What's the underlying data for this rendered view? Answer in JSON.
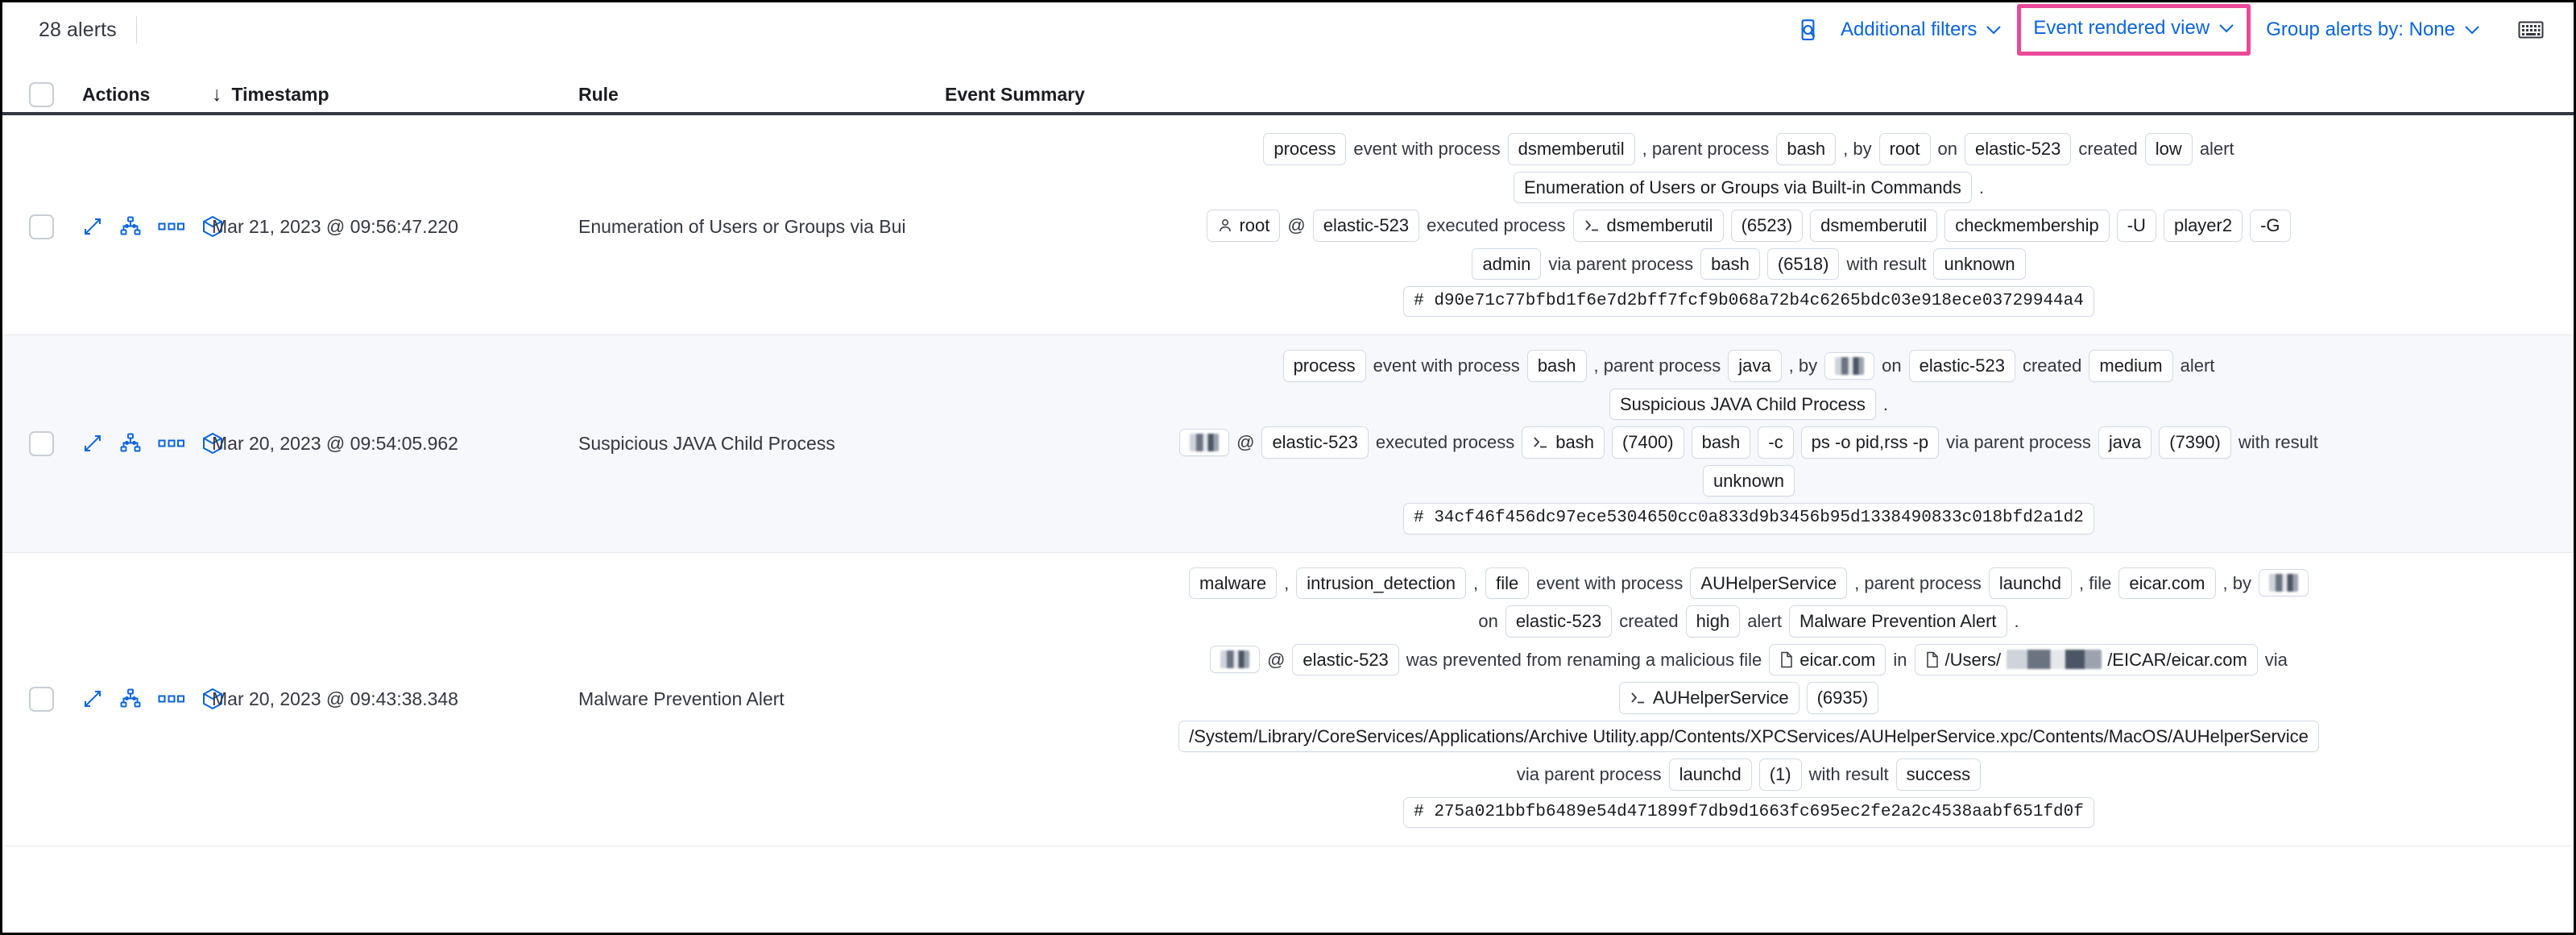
{
  "toolbar": {
    "alerts_count": "28 alerts",
    "inspect_icon": "inspect-search-icon",
    "additional_filters_label": "Additional filters",
    "event_rendered_view_label": "Event rendered view",
    "group_alerts_label": "Group alerts by: None",
    "keyboard_icon": "keyboard-icon",
    "chevron": "⌄",
    "highlight_color": "#ec4899",
    "link_color": "#0b64dd"
  },
  "table": {
    "columns": {
      "actions": "Actions",
      "timestamp": "Timestamp",
      "timestamp_sort_icon": "↓",
      "rule": "Rule",
      "event_summary": "Event Summary"
    },
    "row_actions": [
      {
        "name": "expand-icon"
      },
      {
        "name": "analyze-event-icon"
      },
      {
        "name": "more-actions-icon"
      },
      {
        "name": "session-view-icon"
      }
    ],
    "rows": [
      {
        "timestamp": "Mar 21, 2023 @ 09:56:47.220",
        "rule": "Enumeration of Users or Groups via Bui",
        "summary": [
          [
            {
              "t": "chip",
              "v": "process"
            },
            {
              "t": "text",
              "v": "event with process"
            },
            {
              "t": "chip",
              "v": "dsmemberutil"
            },
            {
              "t": "text",
              "v": ", parent process"
            },
            {
              "t": "chip",
              "v": "bash"
            },
            {
              "t": "text",
              "v": ", by"
            },
            {
              "t": "chip",
              "v": "root"
            },
            {
              "t": "text",
              "v": "on"
            },
            {
              "t": "chip",
              "v": "elastic-523"
            },
            {
              "t": "text",
              "v": "created"
            },
            {
              "t": "chip",
              "v": "low"
            },
            {
              "t": "text",
              "v": "alert"
            }
          ],
          [
            {
              "t": "chip",
              "v": "Enumeration of Users or Groups via Built-in Commands"
            },
            {
              "t": "text",
              "v": "."
            }
          ],
          [
            {
              "t": "chip",
              "v": "root",
              "icon": "user-icon"
            },
            {
              "t": "text",
              "v": "@"
            },
            {
              "t": "chip",
              "v": "elastic-523"
            },
            {
              "t": "text",
              "v": "executed process"
            },
            {
              "t": "chip",
              "v": "dsmemberutil",
              "icon": "console-icon"
            },
            {
              "t": "chip",
              "v": "(6523)"
            },
            {
              "t": "chip",
              "v": "dsmemberutil"
            },
            {
              "t": "chip",
              "v": "checkmembership"
            },
            {
              "t": "chip",
              "v": "-U"
            },
            {
              "t": "chip",
              "v": "player2"
            },
            {
              "t": "chip",
              "v": "-G"
            }
          ],
          [
            {
              "t": "chip",
              "v": "admin"
            },
            {
              "t": "text",
              "v": "via parent process"
            },
            {
              "t": "chip",
              "v": "bash"
            },
            {
              "t": "chip",
              "v": "(6518)"
            },
            {
              "t": "text",
              "v": "with result"
            },
            {
              "t": "chip",
              "v": "unknown"
            }
          ],
          [
            {
              "t": "chip",
              "v": "# d90e71c77bfbd1f6e7d2bff7fcf9b068a72b4c6265bdc03e918ece03729944a4",
              "mono": true
            }
          ]
        ]
      },
      {
        "timestamp": "Mar 20, 2023 @ 09:54:05.962",
        "rule": "Suspicious JAVA Child Process",
        "summary": [
          [
            {
              "t": "chip",
              "v": "process"
            },
            {
              "t": "text",
              "v": "event with process"
            },
            {
              "t": "chip",
              "v": "bash"
            },
            {
              "t": "text",
              "v": ", parent process"
            },
            {
              "t": "chip",
              "v": "java"
            },
            {
              "t": "text",
              "v": ", by"
            },
            {
              "t": "chip",
              "redacted": true
            },
            {
              "t": "text",
              "v": "on"
            },
            {
              "t": "chip",
              "v": "elastic-523"
            },
            {
              "t": "text",
              "v": "created"
            },
            {
              "t": "chip",
              "v": "medium"
            },
            {
              "t": "text",
              "v": "alert"
            }
          ],
          [
            {
              "t": "chip",
              "v": "Suspicious JAVA Child Process"
            },
            {
              "t": "text",
              "v": "."
            }
          ],
          [
            {
              "t": "chip",
              "redacted": true
            },
            {
              "t": "text",
              "v": "@"
            },
            {
              "t": "chip",
              "v": "elastic-523"
            },
            {
              "t": "text",
              "v": "executed process"
            },
            {
              "t": "chip",
              "v": "bash",
              "icon": "console-icon"
            },
            {
              "t": "chip",
              "v": "(7400)"
            },
            {
              "t": "chip",
              "v": "bash"
            },
            {
              "t": "chip",
              "v": "-c"
            },
            {
              "t": "chip",
              "v": "ps -o pid,rss -p"
            },
            {
              "t": "text",
              "v": "via parent process"
            },
            {
              "t": "chip",
              "v": "java"
            },
            {
              "t": "chip",
              "v": "(7390)"
            },
            {
              "t": "text",
              "v": "with result"
            }
          ],
          [
            {
              "t": "chip",
              "v": "unknown"
            }
          ],
          [
            {
              "t": "chip",
              "v": "# 34cf46f456dc97ece5304650cc0a833d9b3456b95d1338490833c018bfd2a1d2",
              "mono": true
            }
          ]
        ]
      },
      {
        "timestamp": "Mar 20, 2023 @ 09:43:38.348",
        "rule": "Malware Prevention Alert",
        "summary": [
          [
            {
              "t": "chip",
              "v": "malware"
            },
            {
              "t": "text",
              "v": ","
            },
            {
              "t": "chip",
              "v": "intrusion_detection"
            },
            {
              "t": "text",
              "v": ","
            },
            {
              "t": "chip",
              "v": "file"
            },
            {
              "t": "text",
              "v": "event with process"
            },
            {
              "t": "chip",
              "v": "AUHelperService"
            },
            {
              "t": "text",
              "v": ", parent process"
            },
            {
              "t": "chip",
              "v": "launchd"
            },
            {
              "t": "text",
              "v": ", file"
            },
            {
              "t": "chip",
              "v": "eicar.com"
            },
            {
              "t": "text",
              "v": ", by"
            },
            {
              "t": "chip",
              "redacted": true
            }
          ],
          [
            {
              "t": "text",
              "v": "on"
            },
            {
              "t": "chip",
              "v": "elastic-523"
            },
            {
              "t": "text",
              "v": "created"
            },
            {
              "t": "chip",
              "v": "high"
            },
            {
              "t": "text",
              "v": "alert"
            },
            {
              "t": "chip",
              "v": "Malware Prevention Alert"
            },
            {
              "t": "text",
              "v": "."
            }
          ],
          [
            {
              "t": "chip",
              "redacted": true
            },
            {
              "t": "text",
              "v": "@"
            },
            {
              "t": "chip",
              "v": "elastic-523"
            },
            {
              "t": "text",
              "v": "was prevented from renaming a malicious file"
            },
            {
              "t": "chip",
              "v": "eicar.com",
              "icon": "file-icon"
            },
            {
              "t": "text",
              "v": "in"
            },
            {
              "t": "chip",
              "v": "/Users/",
              "suffix": "/EICAR/eicar.com",
              "icon": "file-icon",
              "redacted_mid": true
            },
            {
              "t": "text",
              "v": "via"
            }
          ],
          [
            {
              "t": "chip",
              "v": "AUHelperService",
              "icon": "console-icon"
            },
            {
              "t": "chip",
              "v": "(6935)"
            }
          ],
          [
            {
              "t": "chip",
              "v": "/System/Library/CoreServices/Applications/Archive Utility.app/Contents/XPCServices/AUHelperService.xpc/Contents/MacOS/AUHelperService"
            }
          ],
          [
            {
              "t": "text",
              "v": "via parent process"
            },
            {
              "t": "chip",
              "v": "launchd"
            },
            {
              "t": "chip",
              "v": "(1)"
            },
            {
              "t": "text",
              "v": "with result"
            },
            {
              "t": "chip",
              "v": "success"
            }
          ],
          [
            {
              "t": "chip",
              "v": "# 275a021bbfb6489e54d471899f7db9d1663fc695ec2fe2a2c4538aabf651fd0f",
              "mono": true
            }
          ]
        ]
      }
    ]
  }
}
